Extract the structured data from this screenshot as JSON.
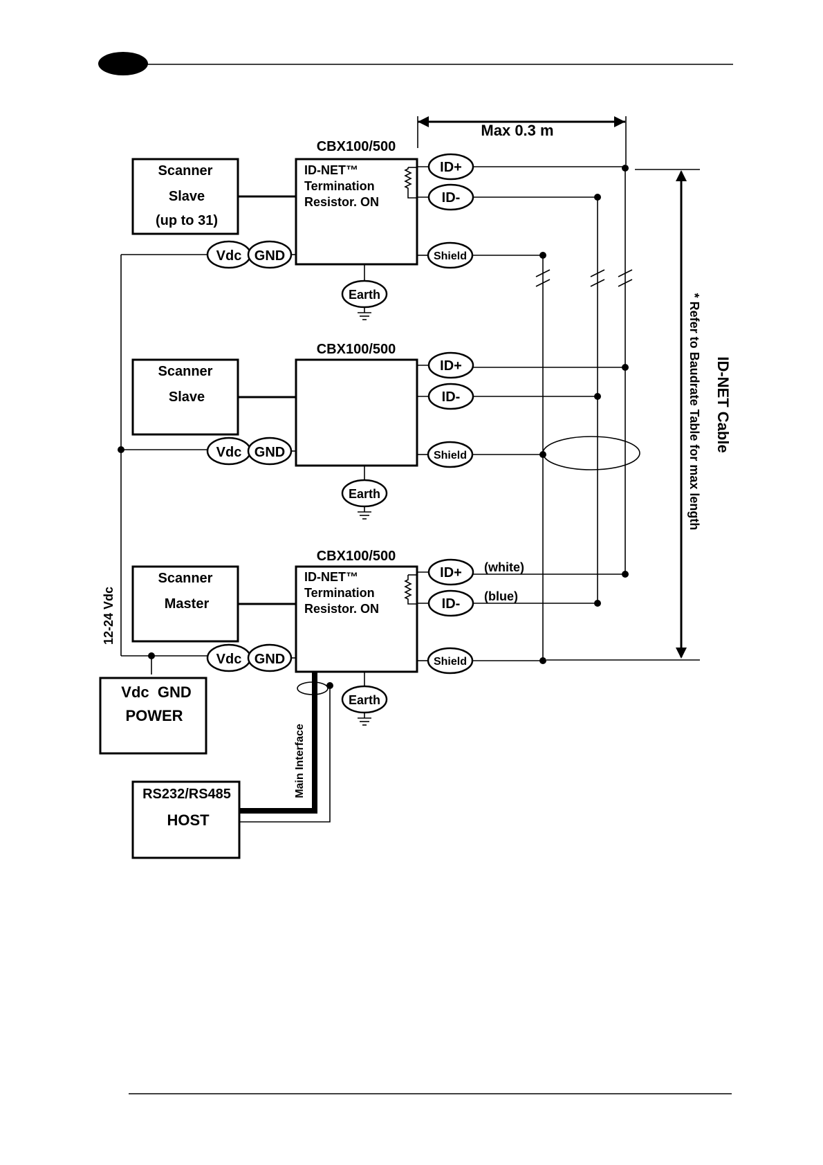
{
  "diagram": {
    "cbx_label": "CBX100/500",
    "max_distance": "Max 0.3 m",
    "termination_lines": [
      "ID-NET™",
      "Termination",
      "Resistor. ON"
    ],
    "scanner_slave_top": [
      "Scanner",
      "Slave",
      "(up to 31)"
    ],
    "scanner_slave_mid": [
      "Scanner",
      "Slave"
    ],
    "scanner_master": [
      "Scanner",
      "Master"
    ],
    "vdc": "Vdc",
    "gnd": "GND",
    "earth": "Earth",
    "id_plus": "ID+",
    "id_minus": "ID-",
    "shield": "Shield",
    "white": "(white)",
    "blue": "(blue)",
    "power_supply_voltage": "12-24 Vdc",
    "power_box": [
      "Vdc  GND",
      "POWER"
    ],
    "host_box": [
      "RS232/RS485",
      "HOST"
    ],
    "main_interface": "Main Interface",
    "idnet_cable": "ID-NET Cable",
    "baudrate_note": "* Refer to Baudrate Table for max length"
  }
}
